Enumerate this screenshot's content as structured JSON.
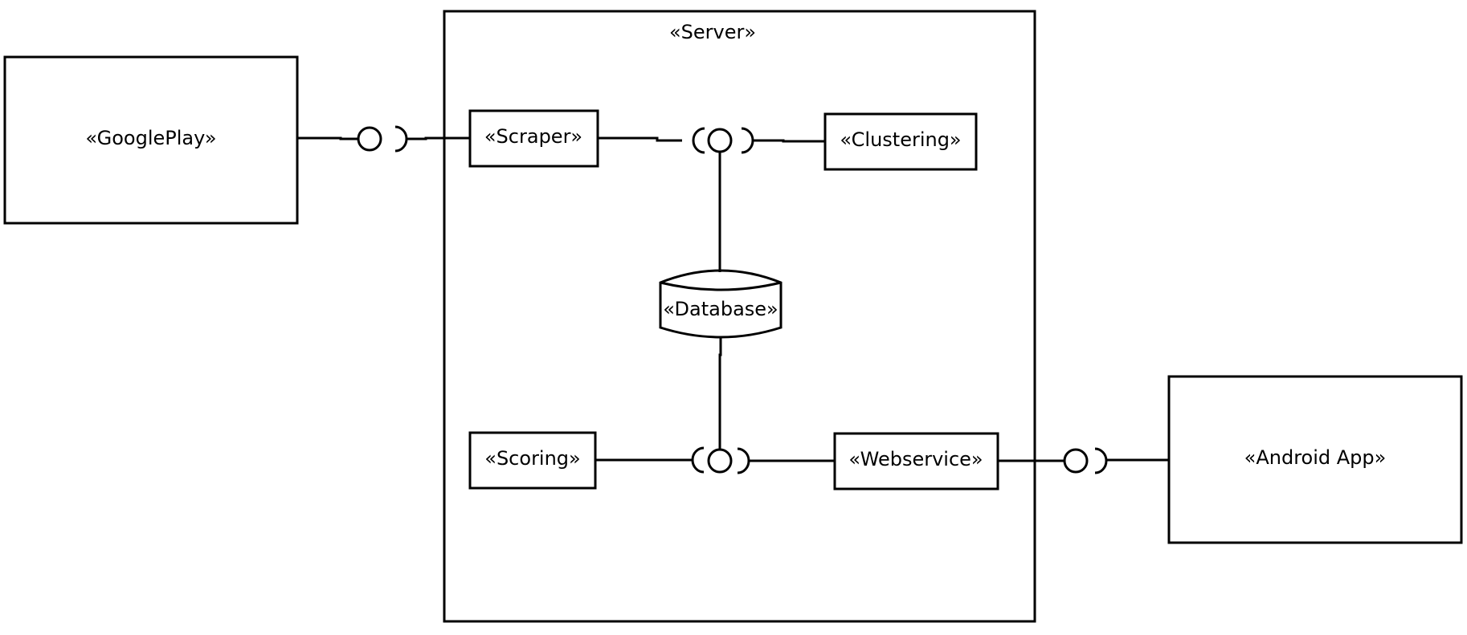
{
  "diagram": {
    "server_label": "«Server»",
    "googleplay_label": "«GooglePlay»",
    "android_app_label": "«Android App»",
    "scraper_label": "«Scraper»",
    "clustering_label": "«Clustering»",
    "database_label": "«Database»",
    "scoring_label": "«Scoring»",
    "webservice_label": "«Webservice»"
  },
  "colors": {
    "stroke": "#000000",
    "background": "#ffffff"
  }
}
